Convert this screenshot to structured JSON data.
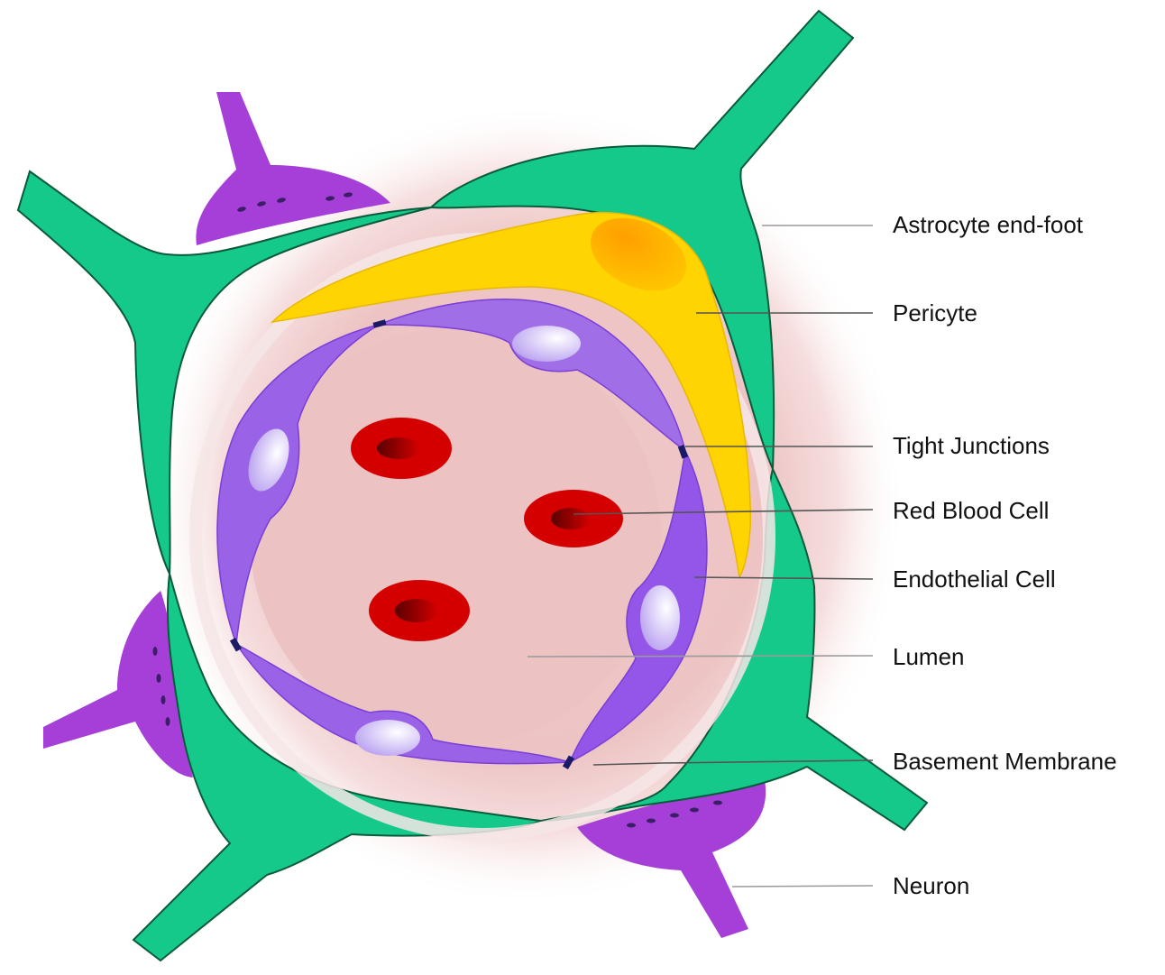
{
  "labels": {
    "astrocyte_end_foot": "Astrocyte end-foot",
    "pericyte": "Pericyte",
    "tight_junctions": "Tight Junctions",
    "red_blood_cell": "Red Blood Cell",
    "endothelial_cell": "Endothelial Cell",
    "lumen": "Lumen",
    "basement_membrane": "Basement Membrane",
    "neuron": "Neuron"
  },
  "colors": {
    "astrocyte": "#15c98a",
    "pericyte": "#ffd400",
    "pericyte_nucleus": "#ffa500",
    "endothelial": "#9a62e6",
    "endothelial_nucleus": "#d8c8f8",
    "lumen": "#ecc2c2",
    "red_blood_cell": "#d40000",
    "neuron": "#a63fd8",
    "tight_junction": "#1a1a66"
  }
}
